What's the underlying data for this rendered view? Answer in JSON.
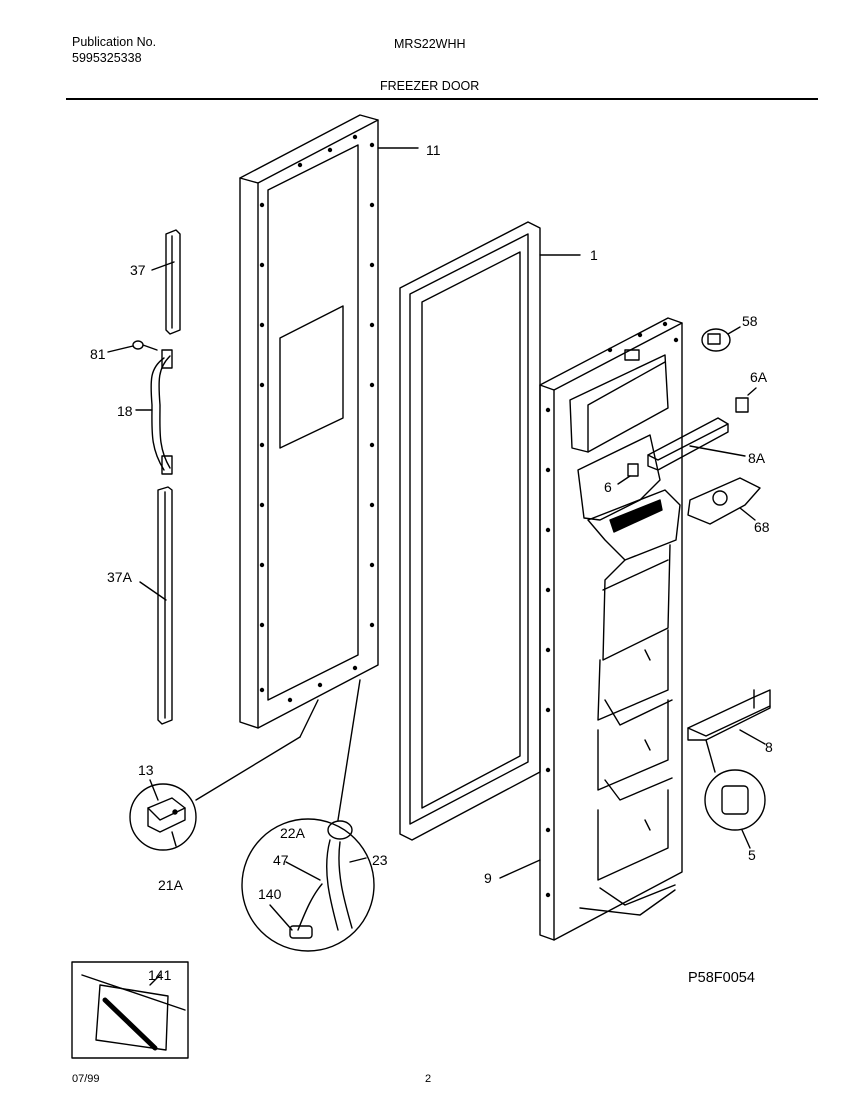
{
  "header": {
    "publication_label": "Publication No.",
    "publication_number": "5995325338",
    "model": "MRS22WHH",
    "section_title": "FREEZER DOOR"
  },
  "callouts": {
    "c11": "11",
    "c1": "1",
    "c37": "37",
    "c81": "81",
    "c18": "18",
    "c37A": "37A",
    "c58": "58",
    "c6A": "6A",
    "c8A": "8A",
    "c6": "6",
    "c68": "68",
    "c8": "8",
    "c5": "5",
    "c9": "9",
    "c13": "13",
    "c21A": "21A",
    "c22A": "22A",
    "c23": "23",
    "c47": "47",
    "c140": "140",
    "c141": "141"
  },
  "figure_id": "P58F0054",
  "footer": {
    "date": "07/99",
    "page": "2"
  }
}
